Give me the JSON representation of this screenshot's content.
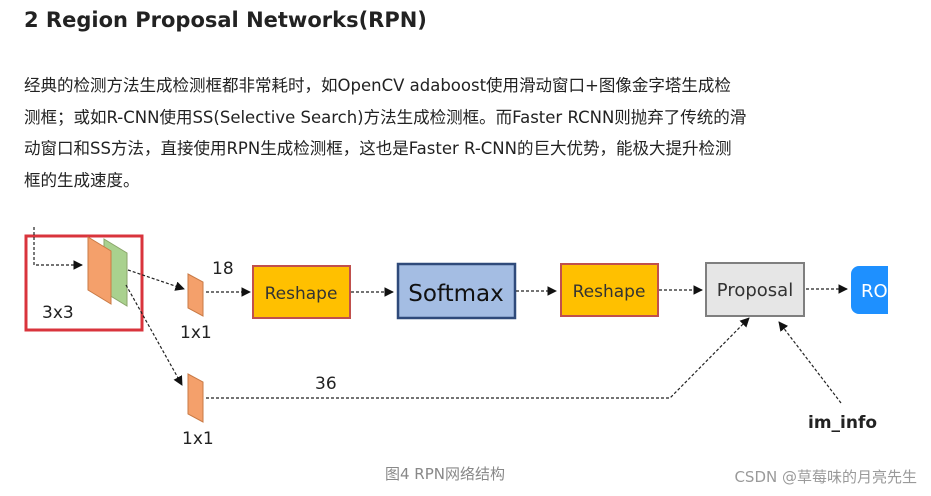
{
  "heading": "2 Region Proposal Networks(RPN)",
  "paragraph_lines": [
    "经典的检测方法生成检测框都非常耗时，如OpenCV adaboost使用滑动窗口+图像金字塔生成检",
    "测框；或如R-CNN使用SS(Selective Search)方法生成检测框。而Faster RCNN则抛弃了传统的滑",
    "动窗口和SS方法，直接使用RPN生成检测框，这也是Faster R-CNN的巨大优势，能极大提升检测",
    "框的生成速度。"
  ],
  "diagram": {
    "conv_label": "3x3",
    "top_branch_label": "18",
    "top_kernel_label": "1x1",
    "bottom_branch_label": "36",
    "bottom_kernel_label": "1x1",
    "reshape1": "Reshape",
    "softmax": "Softmax",
    "reshape2": "Reshape",
    "proposal": "Proposal",
    "roi": "RO",
    "im_info": "im_info",
    "colors": {
      "conv_border": "#d9343c",
      "feature_orange": "#f4a06b",
      "feature_green": "#a9d18e",
      "reshape_fill": "#ffc000",
      "reshape_border": "#c0504d",
      "softmax_fill": "#a4bde3",
      "softmax_border": "#2f4a7a",
      "proposal_fill": "#e6e6e6",
      "proposal_border": "#7f7f7f",
      "roi_fill": "#1e90ff"
    }
  },
  "caption": "图4 RPN网络结构",
  "watermark": "CSDN @草莓味的月亮先生"
}
